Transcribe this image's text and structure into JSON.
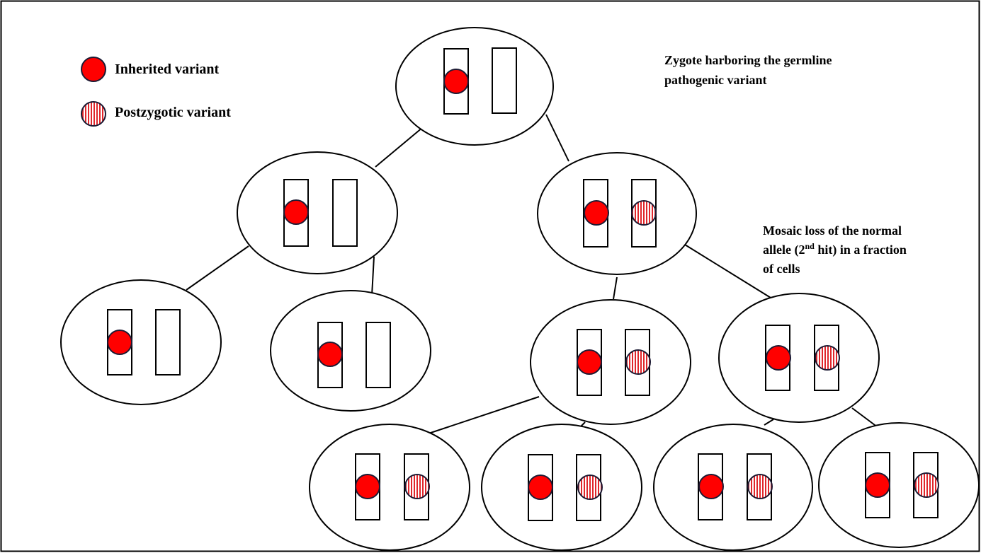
{
  "colors": {
    "inherited_fill": "#ff0000",
    "postzygotic_stripe": "#e0262b",
    "outline": "#1c1a33",
    "line": "#000000",
    "background": "#ffffff"
  },
  "legend": {
    "inherited_label": "Inherited variant",
    "postzygotic_label": "Postzygotic variant"
  },
  "annotations": {
    "zygote_line1": "Zygote harboring the germline",
    "zygote_line2": "pathogenic variant",
    "mosaic_line1": "Mosaic loss of the normal",
    "mosaic_line2_pre": "allele (2",
    "mosaic_line2_sup": "nd",
    "mosaic_line2_post": " hit) in a fraction",
    "mosaic_line3": "of cells"
  },
  "cells": [
    {
      "id": "zygote",
      "second_hit": false
    },
    {
      "id": "gen1-left",
      "second_hit": false
    },
    {
      "id": "gen1-right",
      "second_hit": true
    },
    {
      "id": "gen2-a",
      "second_hit": false
    },
    {
      "id": "gen2-b",
      "second_hit": false
    },
    {
      "id": "gen2-c",
      "second_hit": true
    },
    {
      "id": "gen2-d",
      "second_hit": true
    },
    {
      "id": "gen3-a",
      "second_hit": true
    },
    {
      "id": "gen3-b",
      "second_hit": true
    },
    {
      "id": "gen3-c",
      "second_hit": true
    },
    {
      "id": "gen3-d",
      "second_hit": true
    }
  ]
}
